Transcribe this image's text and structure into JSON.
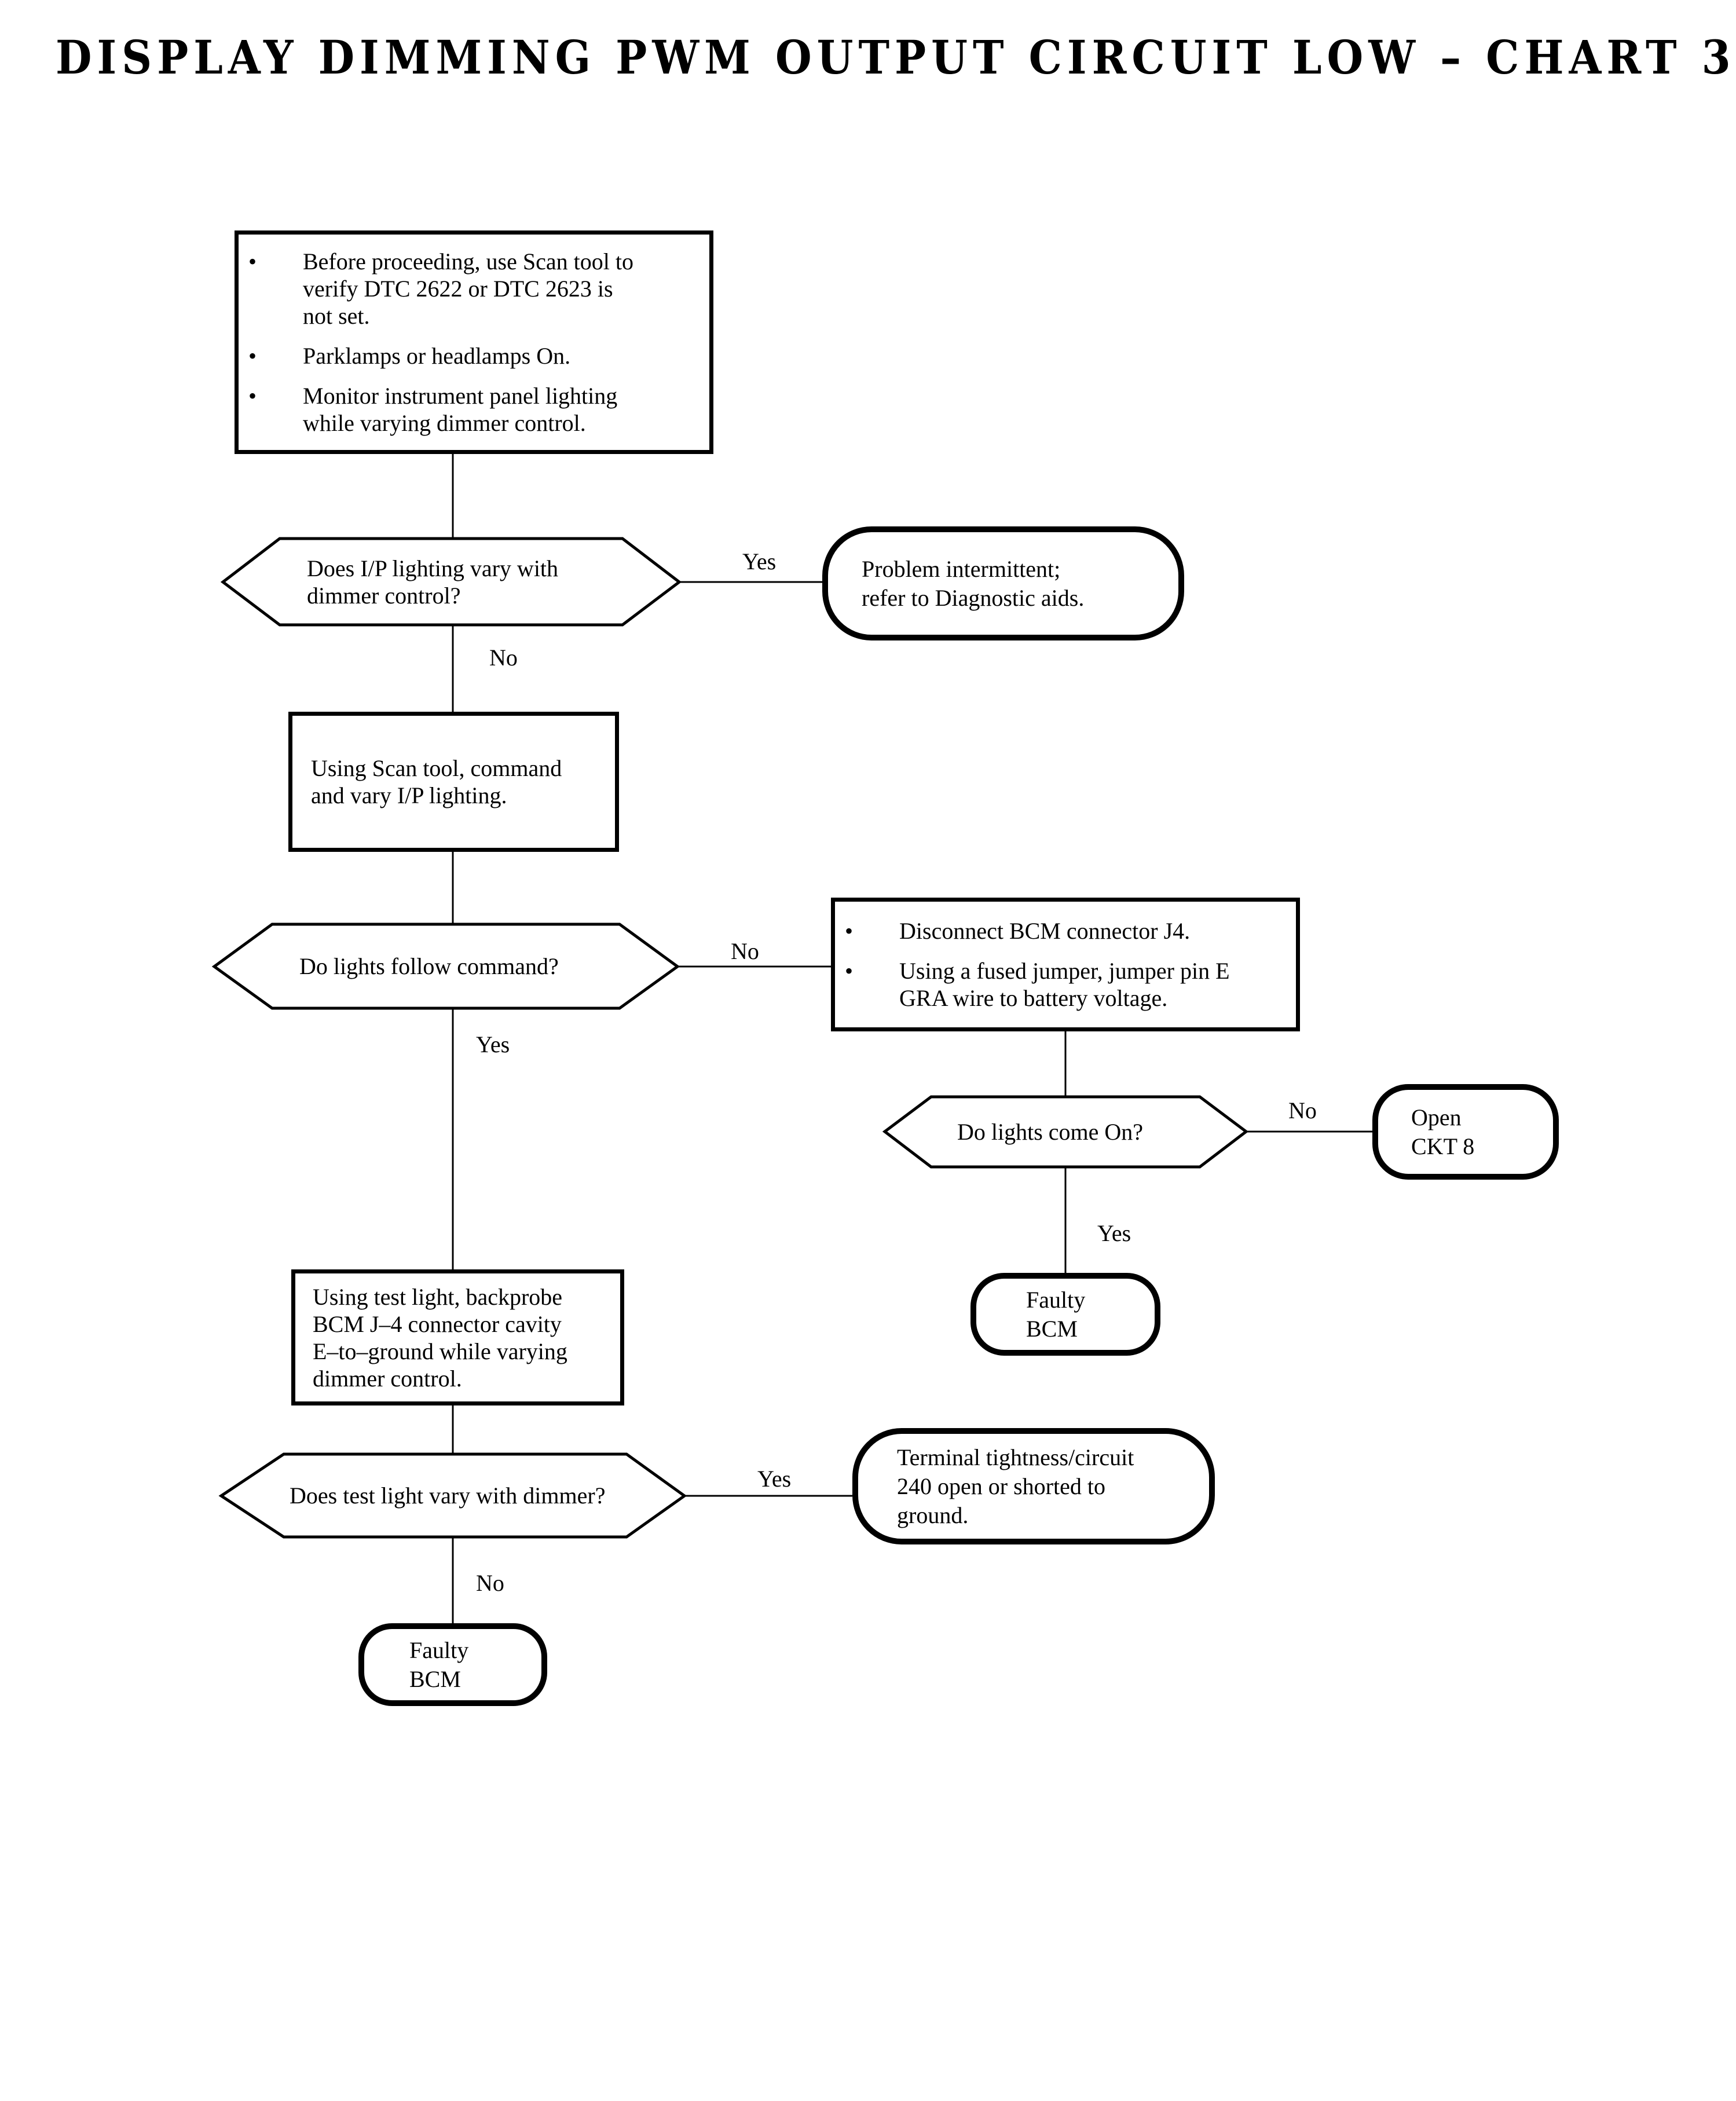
{
  "title": "DISPLAY DIMMING PWM OUTPUT CIRCUIT LOW – CHART 3",
  "bullet_glyph": "•",
  "colors": {
    "ink": "#000000",
    "paper": "#ffffff"
  },
  "nodes": {
    "setup": {
      "items": [
        {
          "lines": [
            "Before proceeding, use Scan tool to",
            "verify DTC 2622 or DTC 2623 is",
            "not set."
          ]
        },
        {
          "lines": [
            "Parklamps or headlamps On."
          ]
        },
        {
          "lines": [
            "Monitor instrument panel lighting",
            "while varying dimmer control."
          ]
        }
      ]
    },
    "q_ip_lighting": {
      "lines": [
        "Does I/P lighting vary with",
        "dimmer control?"
      ]
    },
    "t_intermittent": {
      "lines": [
        "Problem intermittent;",
        "refer to Diagnostic aids."
      ]
    },
    "p_scan_command": {
      "lines": [
        "Using Scan tool, command",
        "and vary I/P lighting."
      ]
    },
    "q_follow_command": {
      "lines": [
        "Do lights follow command?"
      ]
    },
    "jumper": {
      "items": [
        {
          "lines": [
            "Disconnect BCM connector J4."
          ]
        },
        {
          "lines": [
            "Using a fused jumper, jumper pin E",
            "GRA wire to battery voltage."
          ]
        }
      ]
    },
    "q_lights_on": {
      "lines": [
        "Do lights come On?"
      ]
    },
    "t_open_ckt8": {
      "lines": [
        "Open",
        "CKT 8"
      ]
    },
    "t_faulty_bcm_right": {
      "lines": [
        "Faulty",
        "BCM"
      ]
    },
    "p_test_light": {
      "lines": [
        "Using test light, backprobe",
        "BCM J–4 connector cavity",
        "E–to–ground while varying",
        "dimmer control."
      ]
    },
    "q_test_light": {
      "lines": [
        "Does test light vary with dimmer?"
      ]
    },
    "t_terminal_tightness": {
      "lines": [
        "Terminal tightness/circuit",
        "240 open or shorted to",
        "ground."
      ]
    },
    "t_faulty_bcm_bottom": {
      "lines": [
        "Faulty",
        "BCM"
      ]
    }
  },
  "branch_labels": {
    "q_ip_yes": "Yes",
    "q_ip_no": "No",
    "q_follow_no": "No",
    "q_follow_yes": "Yes",
    "q_lights_no": "No",
    "q_lights_yes": "Yes",
    "q_test_yes": "Yes",
    "q_test_no": "No"
  }
}
